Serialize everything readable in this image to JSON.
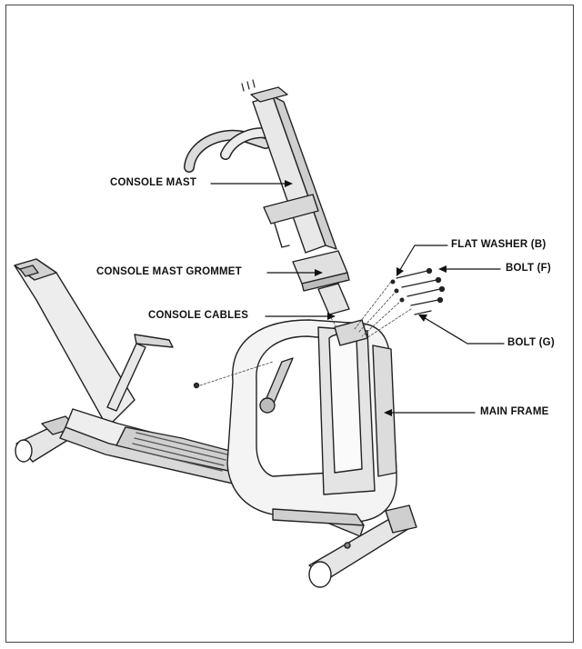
{
  "labels": {
    "console_mast": "CONSOLE MAST",
    "console_mast_grommet": "CONSOLE MAST GROMMET",
    "console_cables": "CONSOLE CABLES",
    "flat_washer": "FLAT WASHER (B)",
    "bolt_f": "BOLT (F)",
    "bolt_g": "BOLT (G)",
    "main_frame": "MAIN FRAME"
  }
}
